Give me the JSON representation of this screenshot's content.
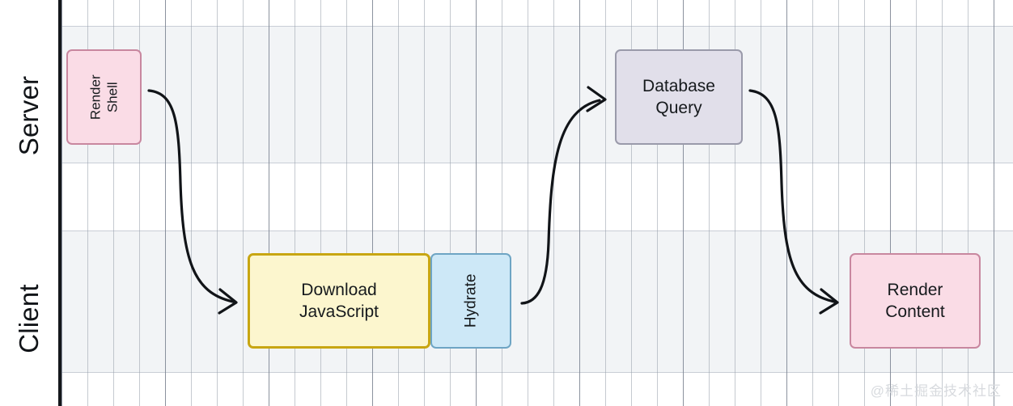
{
  "diagram": {
    "type": "swimlane-flow",
    "title_visible": false,
    "lanes": [
      {
        "id": "server",
        "label": "Server"
      },
      {
        "id": "client",
        "label": "Client"
      }
    ],
    "nodes": [
      {
        "id": "render-shell",
        "label": "Render\nShell",
        "lane": "server",
        "fill": "#fadce6",
        "border": "#c8879f",
        "text_rotated": true
      },
      {
        "id": "download-javascript",
        "label": "Download\nJavaScript",
        "lane": "client",
        "fill": "#fcf6ce",
        "border": "#c8a612",
        "text_rotated": false
      },
      {
        "id": "hydrate",
        "label": "Hydrate",
        "lane": "client",
        "fill": "#cde8f7",
        "border": "#6ea5c4",
        "text_rotated": true
      },
      {
        "id": "database-query",
        "label": "Database\nQuery",
        "lane": "server",
        "fill": "#e1dfea",
        "border": "#9a9aaa",
        "text_rotated": false
      },
      {
        "id": "render-content",
        "label": "Render\nContent",
        "lane": "client",
        "fill": "#fadce6",
        "border": "#c8879f",
        "text_rotated": false
      }
    ],
    "edges": [
      {
        "id": "edge-1",
        "from": "render-shell",
        "to": "download-javascript",
        "label": ""
      },
      {
        "id": "edge-2",
        "from": "hydrate",
        "to": "database-query",
        "label": ""
      },
      {
        "id": "edge-3",
        "from": "database-query",
        "to": "render-content",
        "label": ""
      }
    ],
    "colors": {
      "lane_divider": "#15181c",
      "band": "#f2f4f6",
      "grid_line": "#c9ced6",
      "arrow": "#111418",
      "canvas": "#ffffff"
    }
  },
  "watermark": {
    "text": "@稀土掘金技术社区"
  }
}
